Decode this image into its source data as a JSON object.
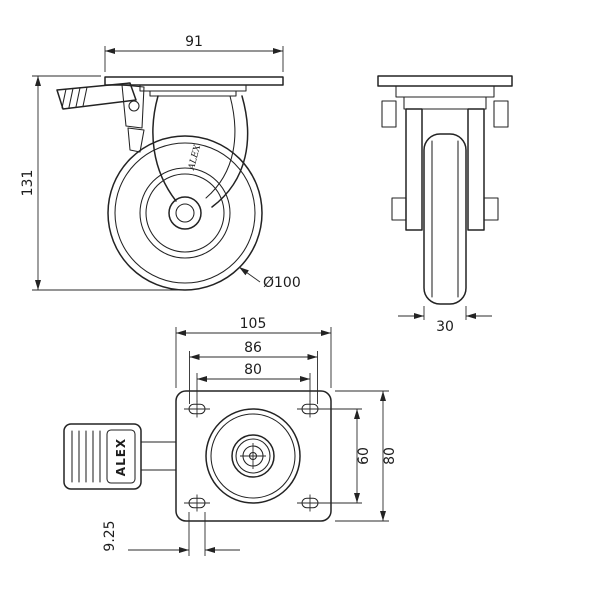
{
  "drawing": {
    "background": "#ffffff",
    "line_color": "#232323",
    "brand": "ALEX",
    "side_view": {
      "plate_width": "91",
      "overall_height": "131",
      "wheel_diameter": "Ø100"
    },
    "front_view": {
      "wheel_width": "30"
    },
    "plan_view": {
      "plate_length": "105",
      "slot_span": "86",
      "bolt_spacing_x": "80",
      "bolt_spacing_y": "60",
      "plate_width": "80",
      "slot_width": "9.25"
    }
  }
}
